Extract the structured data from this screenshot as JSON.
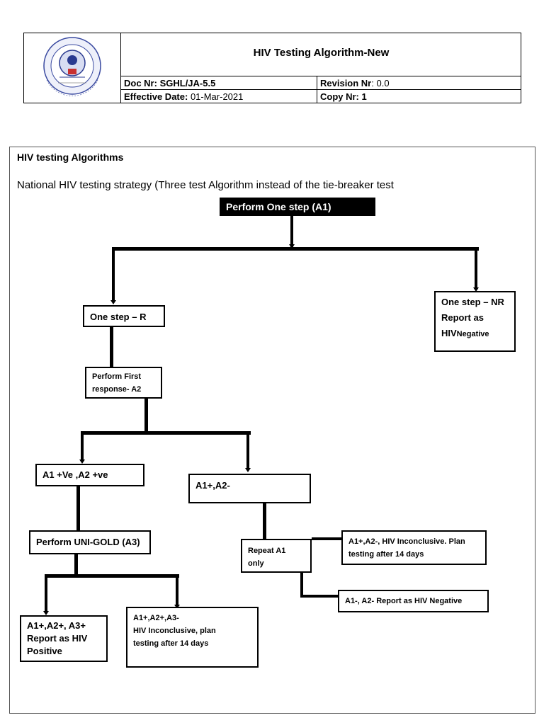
{
  "header": {
    "title": "HIV Testing Algorithm-New",
    "doc_nr_label": "Doc Nr:",
    "doc_nr_value": "SGHL/JA-5.5",
    "revision_label": "Revision Nr",
    "revision_value": ": 0.0",
    "effective_label": "Effective Date:",
    "effective_value": "01-Mar-2021",
    "copy_label": "Copy Nr: 1",
    "logo_text": "Saint Gabriel General Hospital PLC"
  },
  "section": {
    "heading": "HIV testing Algorithms",
    "subheading": "National HIV testing strategy (Three test Algorithm instead of the tie-breaker test"
  },
  "flow": {
    "start": "Perform One step (A1)",
    "one_step_r": "One step – R",
    "one_step_nr": [
      "One step – NR",
      "Report as",
      "HIV",
      "Negative"
    ],
    "perform_first_response": [
      "Perform First",
      "response- A2"
    ],
    "a1_a2_pos": "A1 +Ve ,A2 +ve",
    "a1_pos_a2_neg": "A1+,A2-",
    "perform_unigold": "Perform UNI-GOLD (A3)",
    "repeat_a1": [
      "Repeat A1",
      "only"
    ],
    "inconclusive_repeat": [
      "A1+,A2-, HIV Inconclusive. Plan",
      "testing after 14 days"
    ],
    "negative_repeat": "A1-, A2- Report as HIV  Negative",
    "positive_result": [
      "A1+,A2+, A3+",
      "Report as HIV",
      "Positive"
    ],
    "inconclusive_a3": [
      "A1+,A2+,A3-",
      "HIV Inconclusive, plan",
      "testing after 14 days"
    ]
  }
}
